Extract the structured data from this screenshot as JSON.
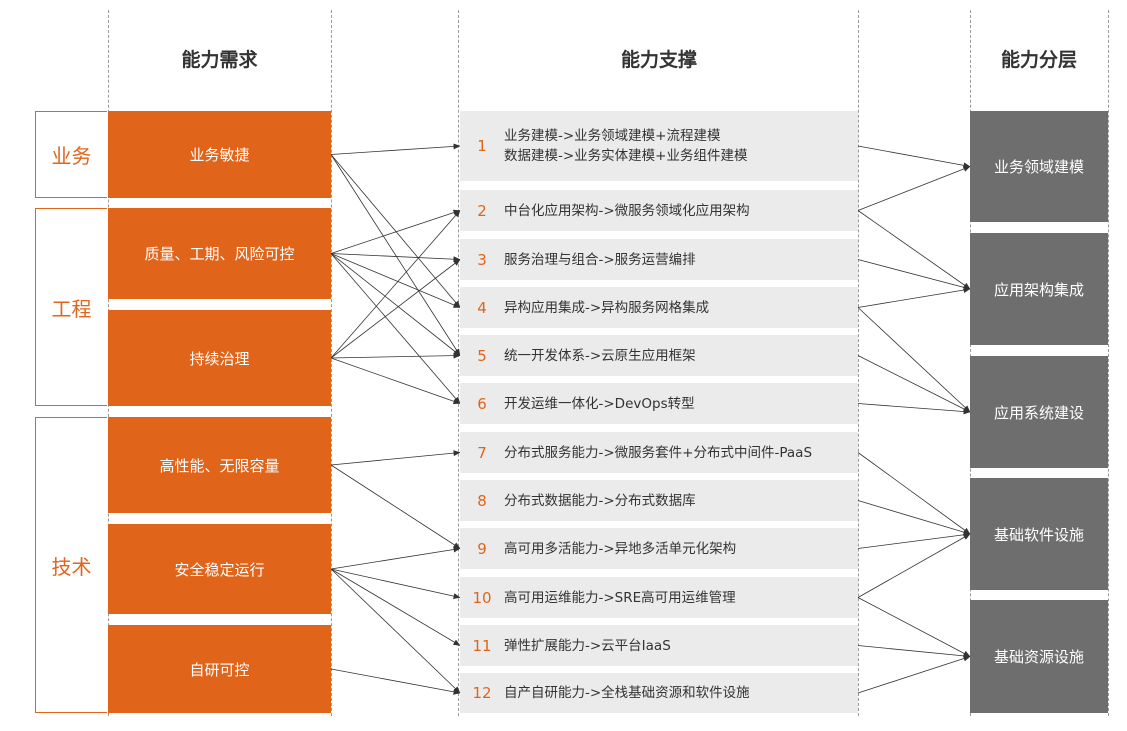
{
  "headers": {
    "needs": "能力需求",
    "support": "能力支撑",
    "layers": "能力分层"
  },
  "categories": [
    "业务",
    "工程",
    "技术"
  ],
  "needs": [
    "业务敏捷",
    "质量、工期、风险可控",
    "持续治理",
    "高性能、无限容量",
    "安全稳定运行",
    "自研可控"
  ],
  "supports": [
    {
      "num": "1",
      "line1": "业务建模->业务领域建模+流程建模",
      "line2": "数据建模->业务实体建模+业务组件建模"
    },
    {
      "num": "2",
      "line1": "中台化应用架构->微服务领域化应用架构"
    },
    {
      "num": "3",
      "line1": "服务治理与组合->服务运营编排"
    },
    {
      "num": "4",
      "line1": "异构应用集成->异构服务网格集成"
    },
    {
      "num": "5",
      "line1": "统一开发体系->云原生应用框架"
    },
    {
      "num": "6",
      "line1": "开发运维一体化->DevOps转型"
    },
    {
      "num": "7",
      "line1": "分布式服务能力->微服务套件+分布式中间件-PaaS"
    },
    {
      "num": "8",
      "line1": "分布式数据能力->分布式数据库"
    },
    {
      "num": "9",
      "line1": "高可用多活能力->异地多活单元化架构"
    },
    {
      "num": "10",
      "line1": "高可用运维能力->SRE高可用运维管理"
    },
    {
      "num": "11",
      "line1": "弹性扩展能力->云平台IaaS"
    },
    {
      "num": "12",
      "line1": "自产自研能力->全栈基础资源和软件设施"
    }
  ],
  "layers": [
    "业务领域建模",
    "应用架构集成",
    "应用系统建设",
    "基础软件设施",
    "基础资源设施"
  ],
  "links_left": [
    [
      0,
      0
    ],
    [
      0,
      3
    ],
    [
      0,
      4
    ],
    [
      1,
      1
    ],
    [
      1,
      2
    ],
    [
      1,
      3
    ],
    [
      1,
      4
    ],
    [
      1,
      5
    ],
    [
      2,
      1
    ],
    [
      2,
      2
    ],
    [
      2,
      4
    ],
    [
      2,
      5
    ],
    [
      3,
      6
    ],
    [
      3,
      8
    ],
    [
      4,
      8
    ],
    [
      4,
      9
    ],
    [
      4,
      10
    ],
    [
      4,
      11
    ],
    [
      5,
      11
    ]
  ],
  "links_right": [
    [
      0,
      0
    ],
    [
      1,
      0
    ],
    [
      1,
      1
    ],
    [
      2,
      1
    ],
    [
      3,
      1
    ],
    [
      3,
      2
    ],
    [
      4,
      2
    ],
    [
      5,
      2
    ],
    [
      6,
      3
    ],
    [
      7,
      3
    ],
    [
      8,
      3
    ],
    [
      9,
      3
    ],
    [
      9,
      4
    ],
    [
      10,
      4
    ],
    [
      11,
      4
    ]
  ],
  "colors": {
    "accent": "#e0651b",
    "support_bg": "#ebebeb",
    "layer_bg": "#6e6e6e",
    "link": "#333333"
  }
}
